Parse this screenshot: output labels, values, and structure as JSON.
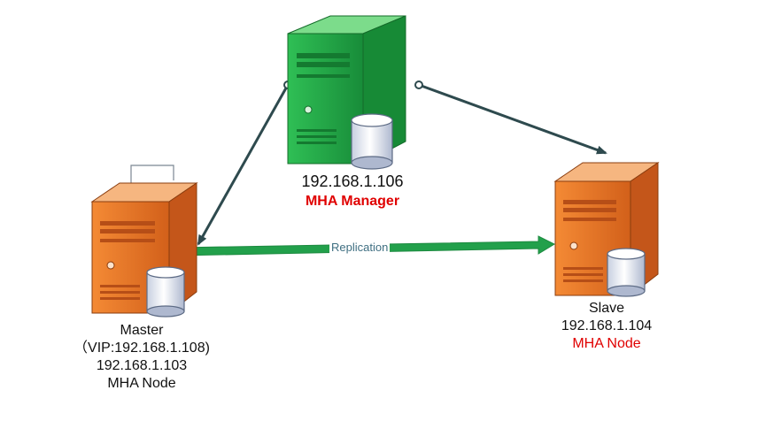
{
  "colors": {
    "manager_server": "#1fa344",
    "node_server": "#e8731f",
    "manager_arrow": "#2e4a4e",
    "replication_arrow": "#22a04b",
    "role_text": "#e00000"
  },
  "nodes": {
    "manager": {
      "icon": "server-database-icon",
      "ip": "192.168.1.106",
      "role": "MHA Manager"
    },
    "master": {
      "icon": "server-database-icon",
      "name": "Master",
      "vip": "（VIP:192.168.1.108)",
      "ip": "192.168.1.103",
      "role": "MHA Node"
    },
    "slave": {
      "icon": "server-database-icon",
      "name": "Slave",
      "ip": "192.168.1.104",
      "role": "MHA Node"
    }
  },
  "edges": {
    "replication": {
      "label": "Replication"
    }
  }
}
